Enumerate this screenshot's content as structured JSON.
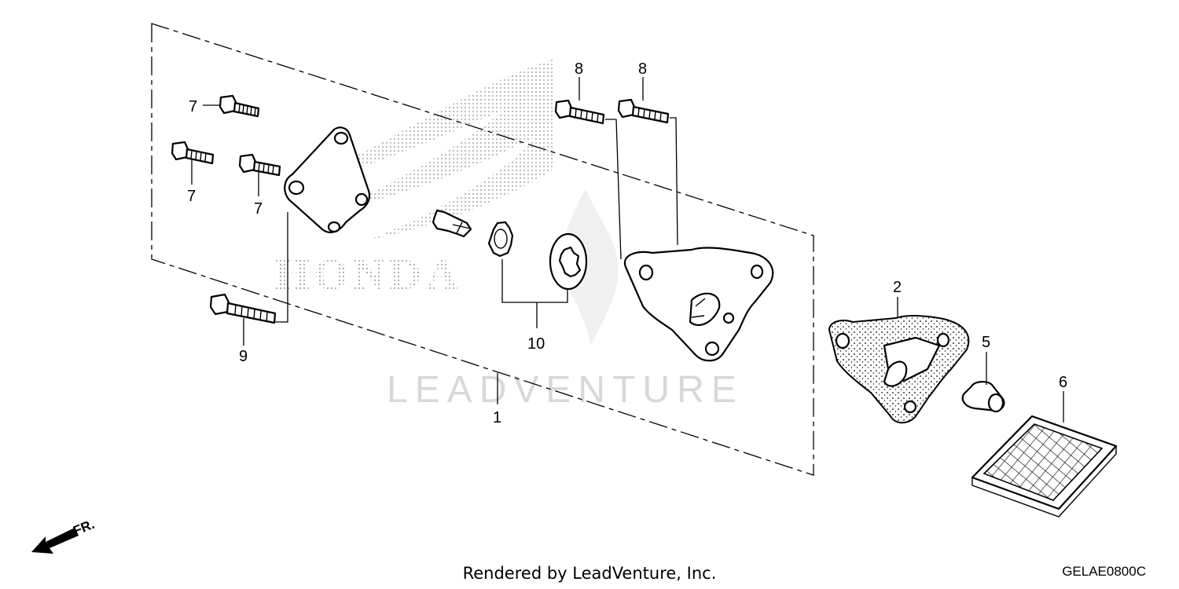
{
  "diagram": {
    "callouts": {
      "c1": "1",
      "c2": "2",
      "c5": "5",
      "c6": "6",
      "c7a": "7",
      "c7b": "7",
      "c7c": "7",
      "c8a": "8",
      "c8b": "8",
      "c9": "9",
      "c10": "10"
    },
    "front_arrow_label": "FR.",
    "watermark_brand": "HONDA",
    "watermark_text": "LEADVENTURE"
  },
  "footer": {
    "credit": "Rendered by LeadVenture, Inc.",
    "code": "GELAE0800C"
  }
}
